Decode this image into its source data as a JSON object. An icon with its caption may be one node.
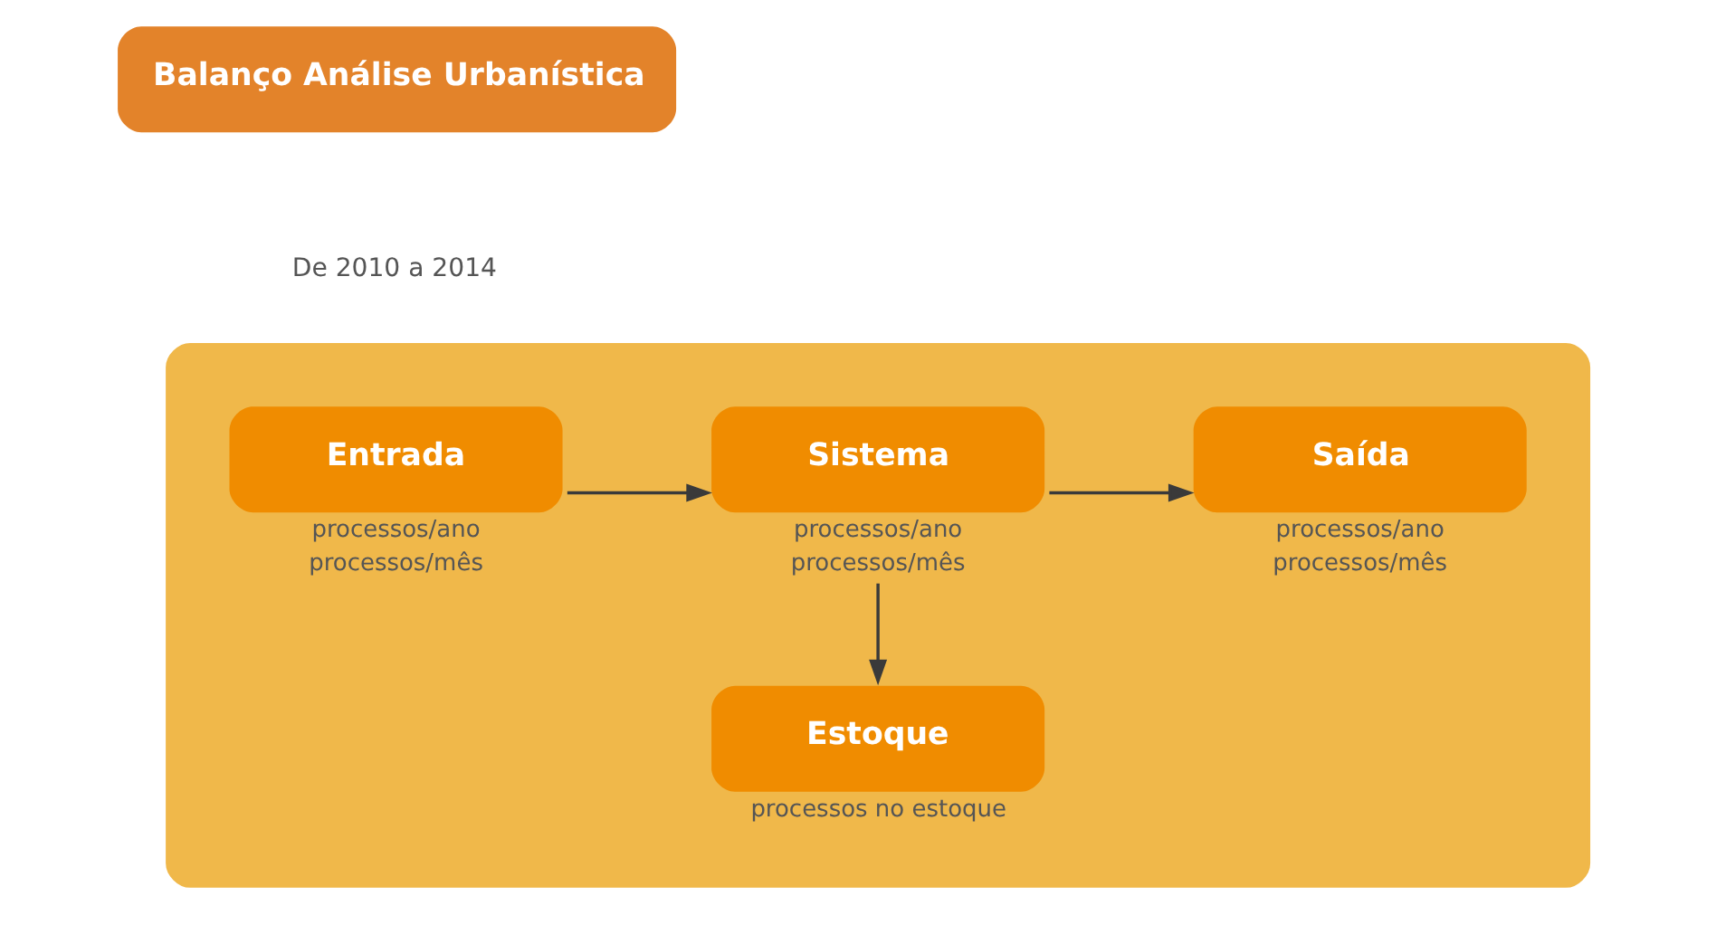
{
  "diagram": {
    "nodes": [
      {
        "text": [
          "Balanço Análise Urbanística"
        ]
      },
      {
        "text": [],
        "shape": "box"
      },
      {
        "text": [
          "Entrada"
        ],
        "in": 1,
        "beside": [
          "processos/ano",
          "processos/mês"
        ]
      },
      {
        "text": [
          "Sistema"
        ],
        "in": 1,
        "beside": [
          "processos/ano",
          "processos/mês"
        ]
      },
      {
        "text": [
          "Saída"
        ],
        "in": 1,
        "beside": [
          "processos/ano",
          "processos/mês"
        ]
      },
      {
        "text": [
          "Estoque"
        ],
        "in": 1,
        "beside": [
          "processos no estoque"
        ]
      }
    ],
    "edges": [
      {
        "from": 2,
        "to": 3,
        "arrow": "to"
      },
      {
        "from": 3,
        "to": 4,
        "arrow": "to"
      },
      {
        "from": 3,
        "to": 5,
        "arrow": "to"
      }
    ],
    "labels": [
      "De 2010 a 2014"
    ]
  }
}
